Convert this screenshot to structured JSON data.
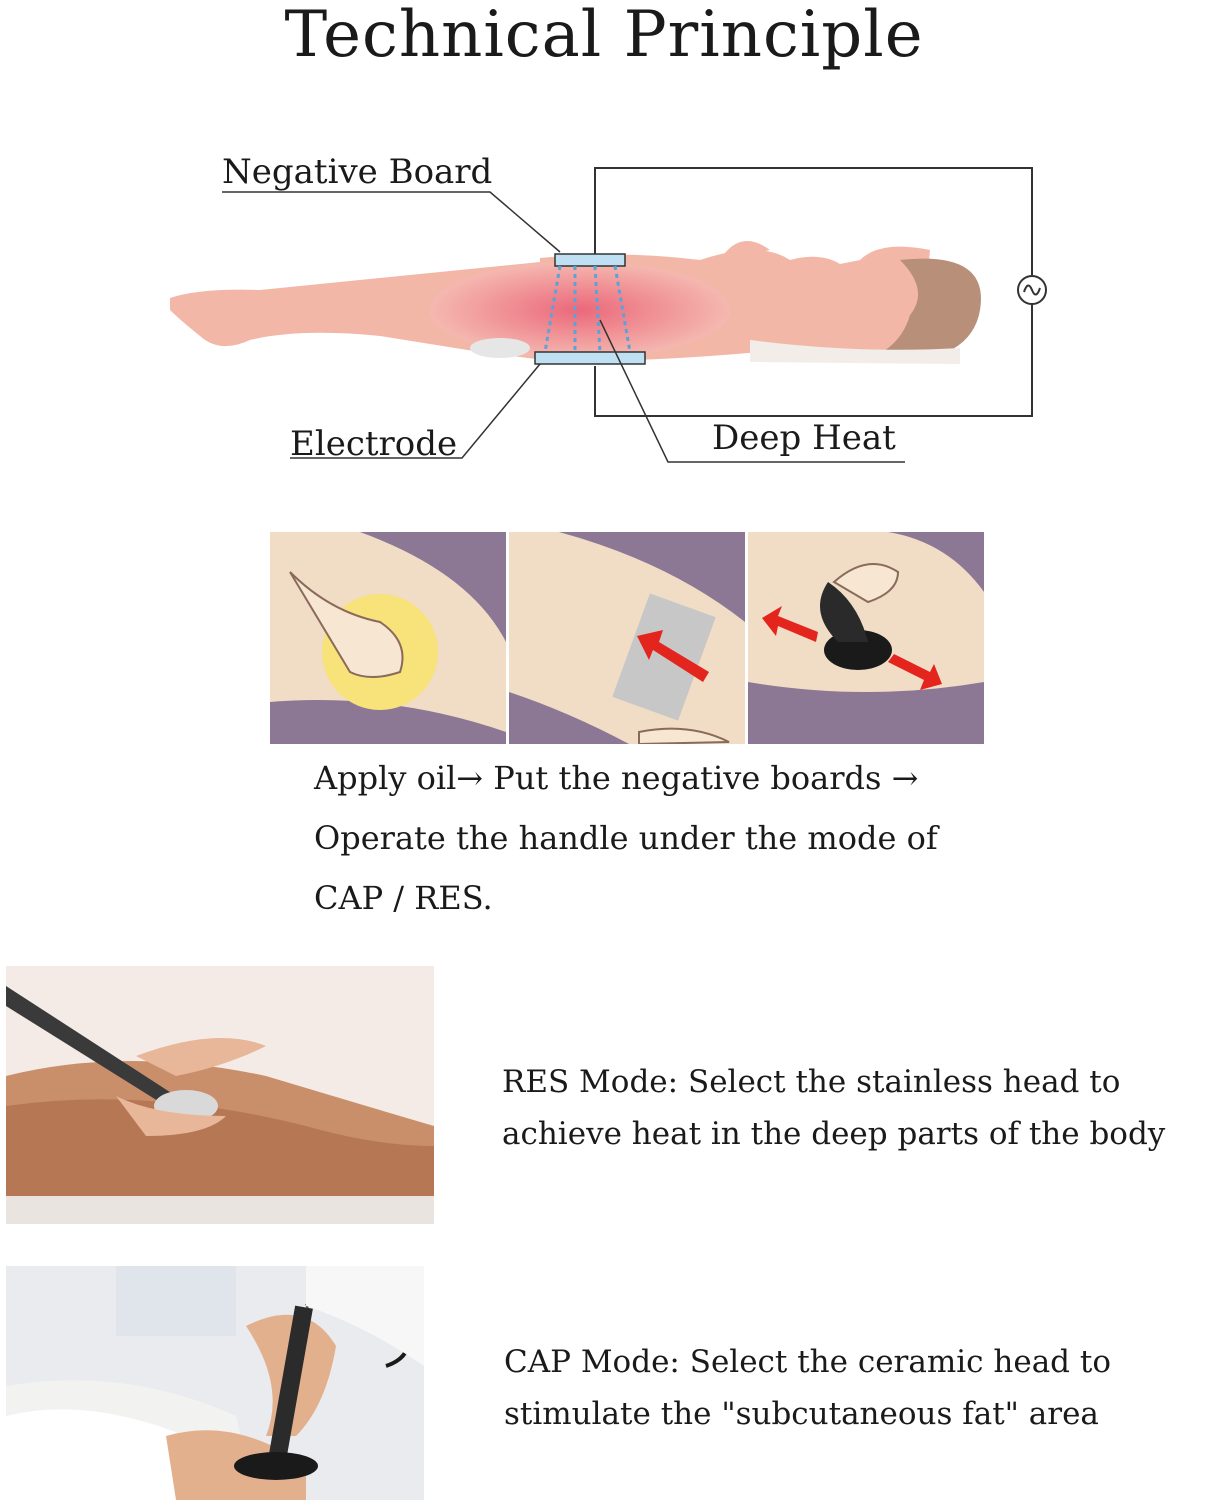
{
  "title": "Technical Principle",
  "diagram": {
    "labels": {
      "negative_board": "Negative Board",
      "electrode": "Electrode",
      "deep_heat": "Deep Heat"
    },
    "colors": {
      "body": "#f3b7a8",
      "heat": "#ee6f7e",
      "hair": "#b8907a",
      "board": "#bfe0f2",
      "line": "#333333"
    }
  },
  "steps": {
    "colors": {
      "purple": "#8c7894",
      "skin": "#f1dcc6",
      "arrow": "#e3251d",
      "yellow": "#f8e27a"
    },
    "lines": [
      "Apply oil→ Put the negative boards →",
      "Operate the handle under the mode of",
      "CAP / RES."
    ]
  },
  "modes": [
    {
      "lines": [
        "RES Mode:  Select the stainless head to",
        "achieve heat in the deep parts of the body"
      ]
    },
    {
      "lines": [
        "CAP Mode: Select the ceramic head to",
        "stimulate the \"subcutaneous fat\" area"
      ]
    }
  ]
}
